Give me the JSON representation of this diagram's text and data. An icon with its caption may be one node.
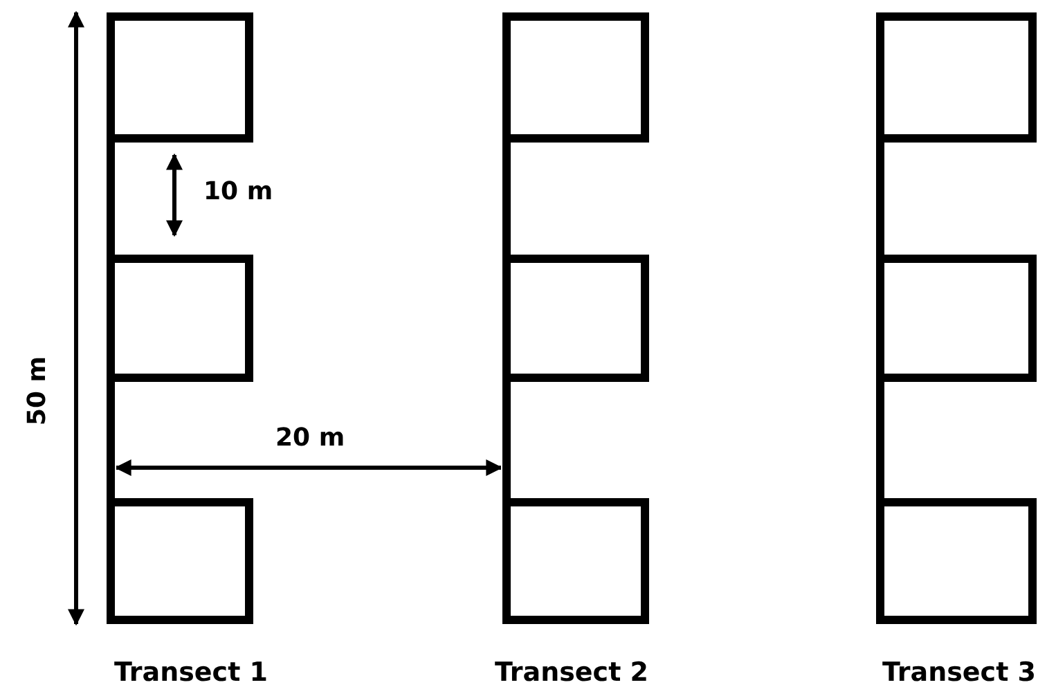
{
  "diagram": {
    "nodes": [
      {
        "text": [
          "Transect 1"
        ]
      },
      {
        "text": [
          "Transect 2"
        ]
      },
      {
        "text": [
          "Transect 3"
        ]
      }
    ],
    "edges": [
      {
        "from": 0,
        "to": 1,
        "arrow": "both",
        "label": "20 m"
      }
    ],
    "labels": [
      "10 m",
      "50 m"
    ]
  }
}
